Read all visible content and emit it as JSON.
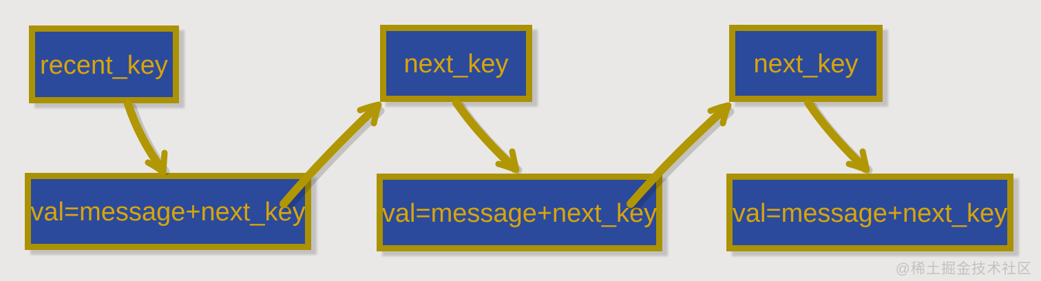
{
  "diagram": {
    "nodes": [
      {
        "id": "recent-key",
        "label": "recent_key"
      },
      {
        "id": "next-key-1",
        "label": "next_key"
      },
      {
        "id": "next-key-2",
        "label": "next_key"
      },
      {
        "id": "val-1",
        "label": "val=message+next_key"
      },
      {
        "id": "val-2",
        "label": "val=message+next_key"
      },
      {
        "id": "val-3",
        "label": "val=message+next_key"
      }
    ],
    "edges": [
      {
        "from": "recent-key",
        "to": "val-1"
      },
      {
        "from": "val-1",
        "to": "next-key-1"
      },
      {
        "from": "next-key-1",
        "to": "val-2"
      },
      {
        "from": "val-2",
        "to": "next-key-2"
      },
      {
        "from": "next-key-2",
        "to": "val-3"
      }
    ],
    "colors": {
      "background": "#e9e8e6",
      "box_fill": "#2b4a9c",
      "box_border": "#ab9204",
      "text": "#d8a509",
      "arrow": "#b19704",
      "watermark": "#c4c2bf"
    }
  },
  "watermark": {
    "text": "@稀土掘金技术社区"
  }
}
